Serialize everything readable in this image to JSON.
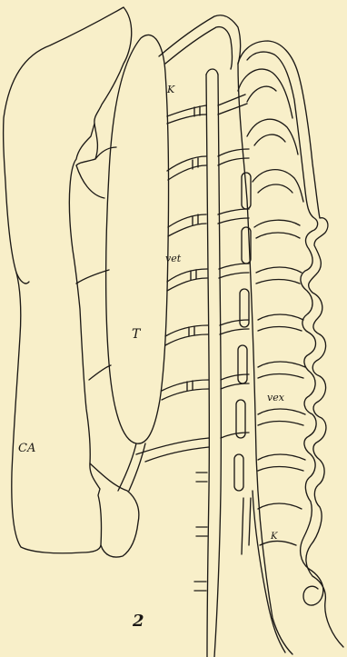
{
  "figure": {
    "number": "2",
    "background_color": "#f8efc9",
    "ink_color": "#1d1a17"
  },
  "labels": {
    "ca": "CA",
    "t": "T",
    "k_top": "K",
    "vet": "vet",
    "vex": "vex",
    "k_bottom": "K"
  }
}
